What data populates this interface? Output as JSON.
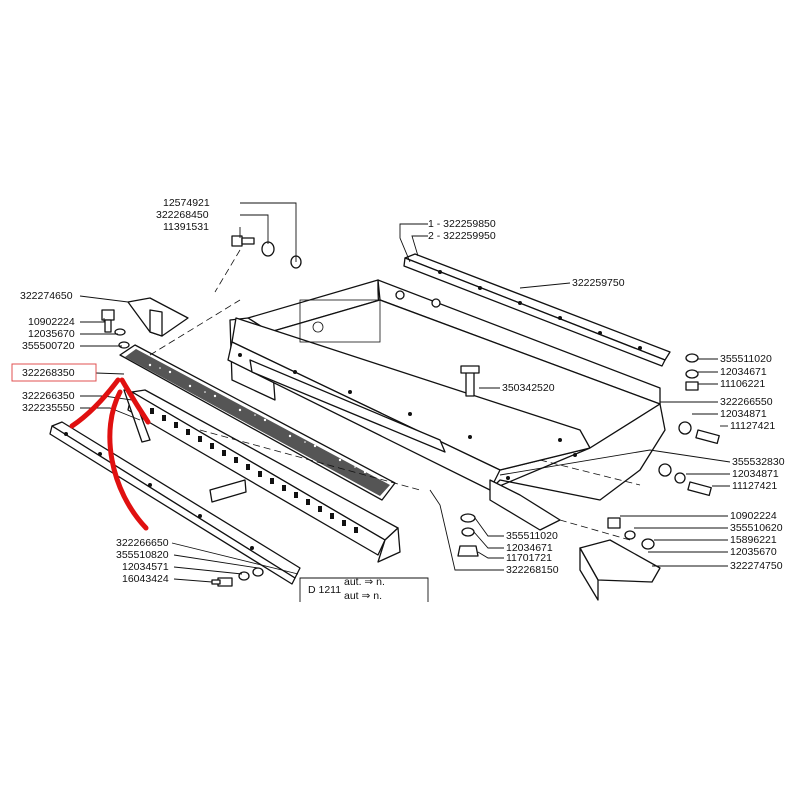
{
  "diagram": {
    "labels": {
      "l_12574921": "12574921",
      "l_322268450": "322268450",
      "l_11391531": "11391531",
      "l_322274650_top": "322274650",
      "l_10902224_left": "10902224",
      "l_12035670_left": "12035670",
      "l_355500720": "355500720",
      "l_322268350": "322268350",
      "l_322266350": "322266350",
      "l_322235550": "322235550",
      "l_322259850": "1 - 322259850",
      "l_322259950": "2 - 322259950",
      "l_322259750": "322259750",
      "l_350342520": "350342520",
      "l_355511020_right": "355511020",
      "l_12034671_right": "12034671",
      "l_11106221": "11106221",
      "l_322266550": "322266550",
      "l_12034871_a": "12034871",
      "l_11127421_a": "11127421",
      "l_355532830": "355532830",
      "l_12034871_b": "12034871",
      "l_11127421_b": "11127421",
      "l_10902224_right": "10902224",
      "l_355510620": "355510620",
      "l_15896221": "15896221",
      "l_12035670_right": "12035670",
      "l_322274750": "322274750",
      "l_355511020_mid": "355511020",
      "l_12034671_mid": "12034671",
      "l_11701721": "11701721",
      "l_322268150": "322268150",
      "l_322266650": "322266650",
      "l_355510820": "355510820",
      "l_12034571": "12034571",
      "l_16043424": "16043424"
    },
    "legend_box": {
      "code": "D 1211",
      "row1": "aut. ⇒ n.",
      "row2": "aut ⇒ n."
    },
    "highlight_color": "#e05050",
    "arrow_color": "#e01010"
  }
}
